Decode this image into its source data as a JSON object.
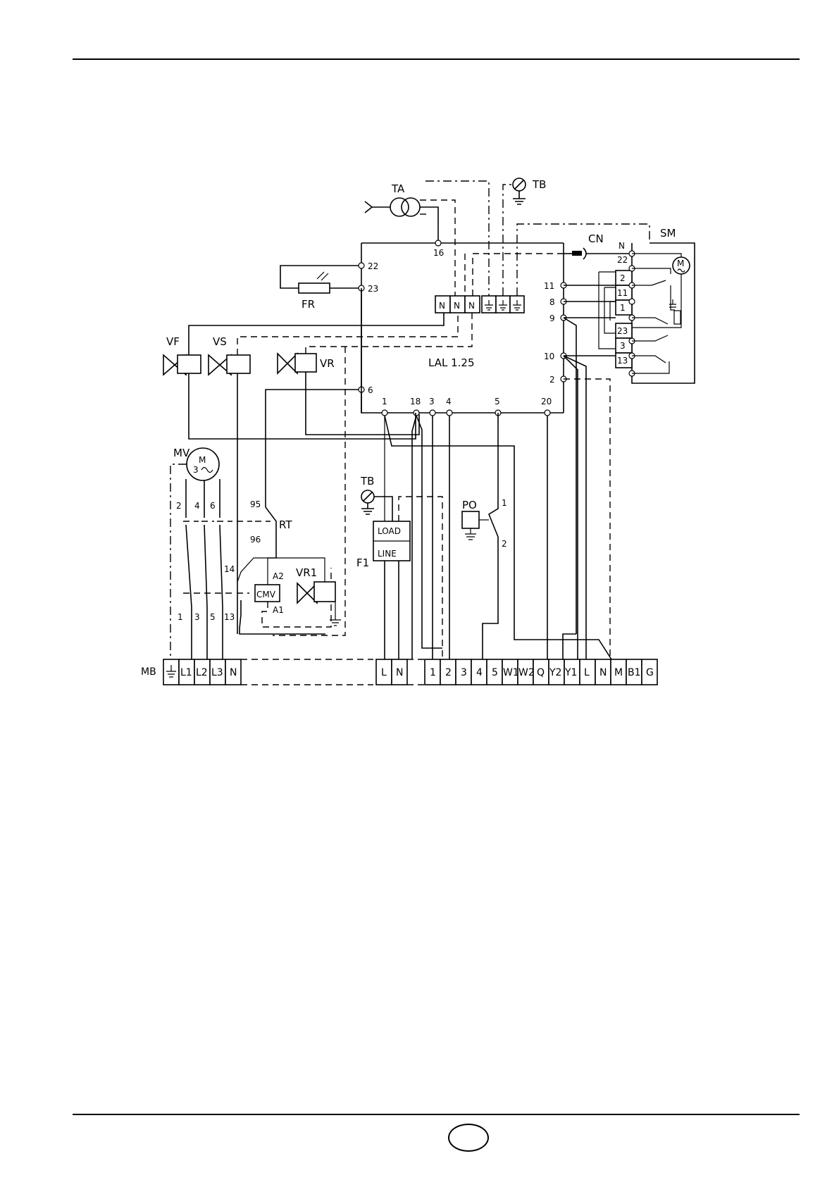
{
  "diagram": {
    "transformer_label": "TA",
    "earth_tb_top": "TB",
    "earth_tb_mid": "TB",
    "photocell_label": "FR",
    "servomotor_label": "SM",
    "connector_label": "CN",
    "control_box_label": "LAL 1.25",
    "valve_labels": [
      "VF",
      "VS",
      "VR",
      "VR1"
    ],
    "motor_label": "MV",
    "motor_symbol": "M",
    "motor_phase": "3",
    "relay_label": "RT",
    "relay_terminals": [
      "95",
      "96"
    ],
    "contactor_label": "CMV",
    "contactor_terminals": [
      "A2",
      "A1",
      "14"
    ],
    "contactor_contacts_top": [
      "2",
      "4",
      "6"
    ],
    "contactor_contacts_bottom": [
      "1",
      "3",
      "5",
      "13"
    ],
    "fuse_label": "F1",
    "fuse_load": "LOAD",
    "fuse_line": "LINE",
    "pressure_switch_label": "PO",
    "pressure_switch_terminals": [
      "1",
      "2"
    ],
    "lal_left_terminals": [
      "22",
      "23",
      "6"
    ],
    "lal_top_terminal": "16",
    "lal_right_terminals": [
      "11",
      "8",
      "9",
      "10",
      "2"
    ],
    "lal_bottom_terminals": [
      "1",
      "18",
      "3",
      "4",
      "5",
      "20"
    ],
    "neutral_block": [
      "N",
      "N",
      "N"
    ],
    "sm_terminals": [
      "N",
      "22",
      "2",
      "11",
      "1",
      "23",
      "3",
      "13"
    ],
    "mb_label": "MB",
    "mb_left": [
      "L1",
      "L2",
      "L3",
      "N"
    ],
    "mb_mid": [
      "L",
      "N"
    ],
    "mb_right": [
      "1",
      "2",
      "3",
      "4",
      "5",
      "W1",
      "W2",
      "Q",
      "Y2",
      "Y1",
      "L",
      "N",
      "M",
      "B1",
      "G"
    ]
  }
}
